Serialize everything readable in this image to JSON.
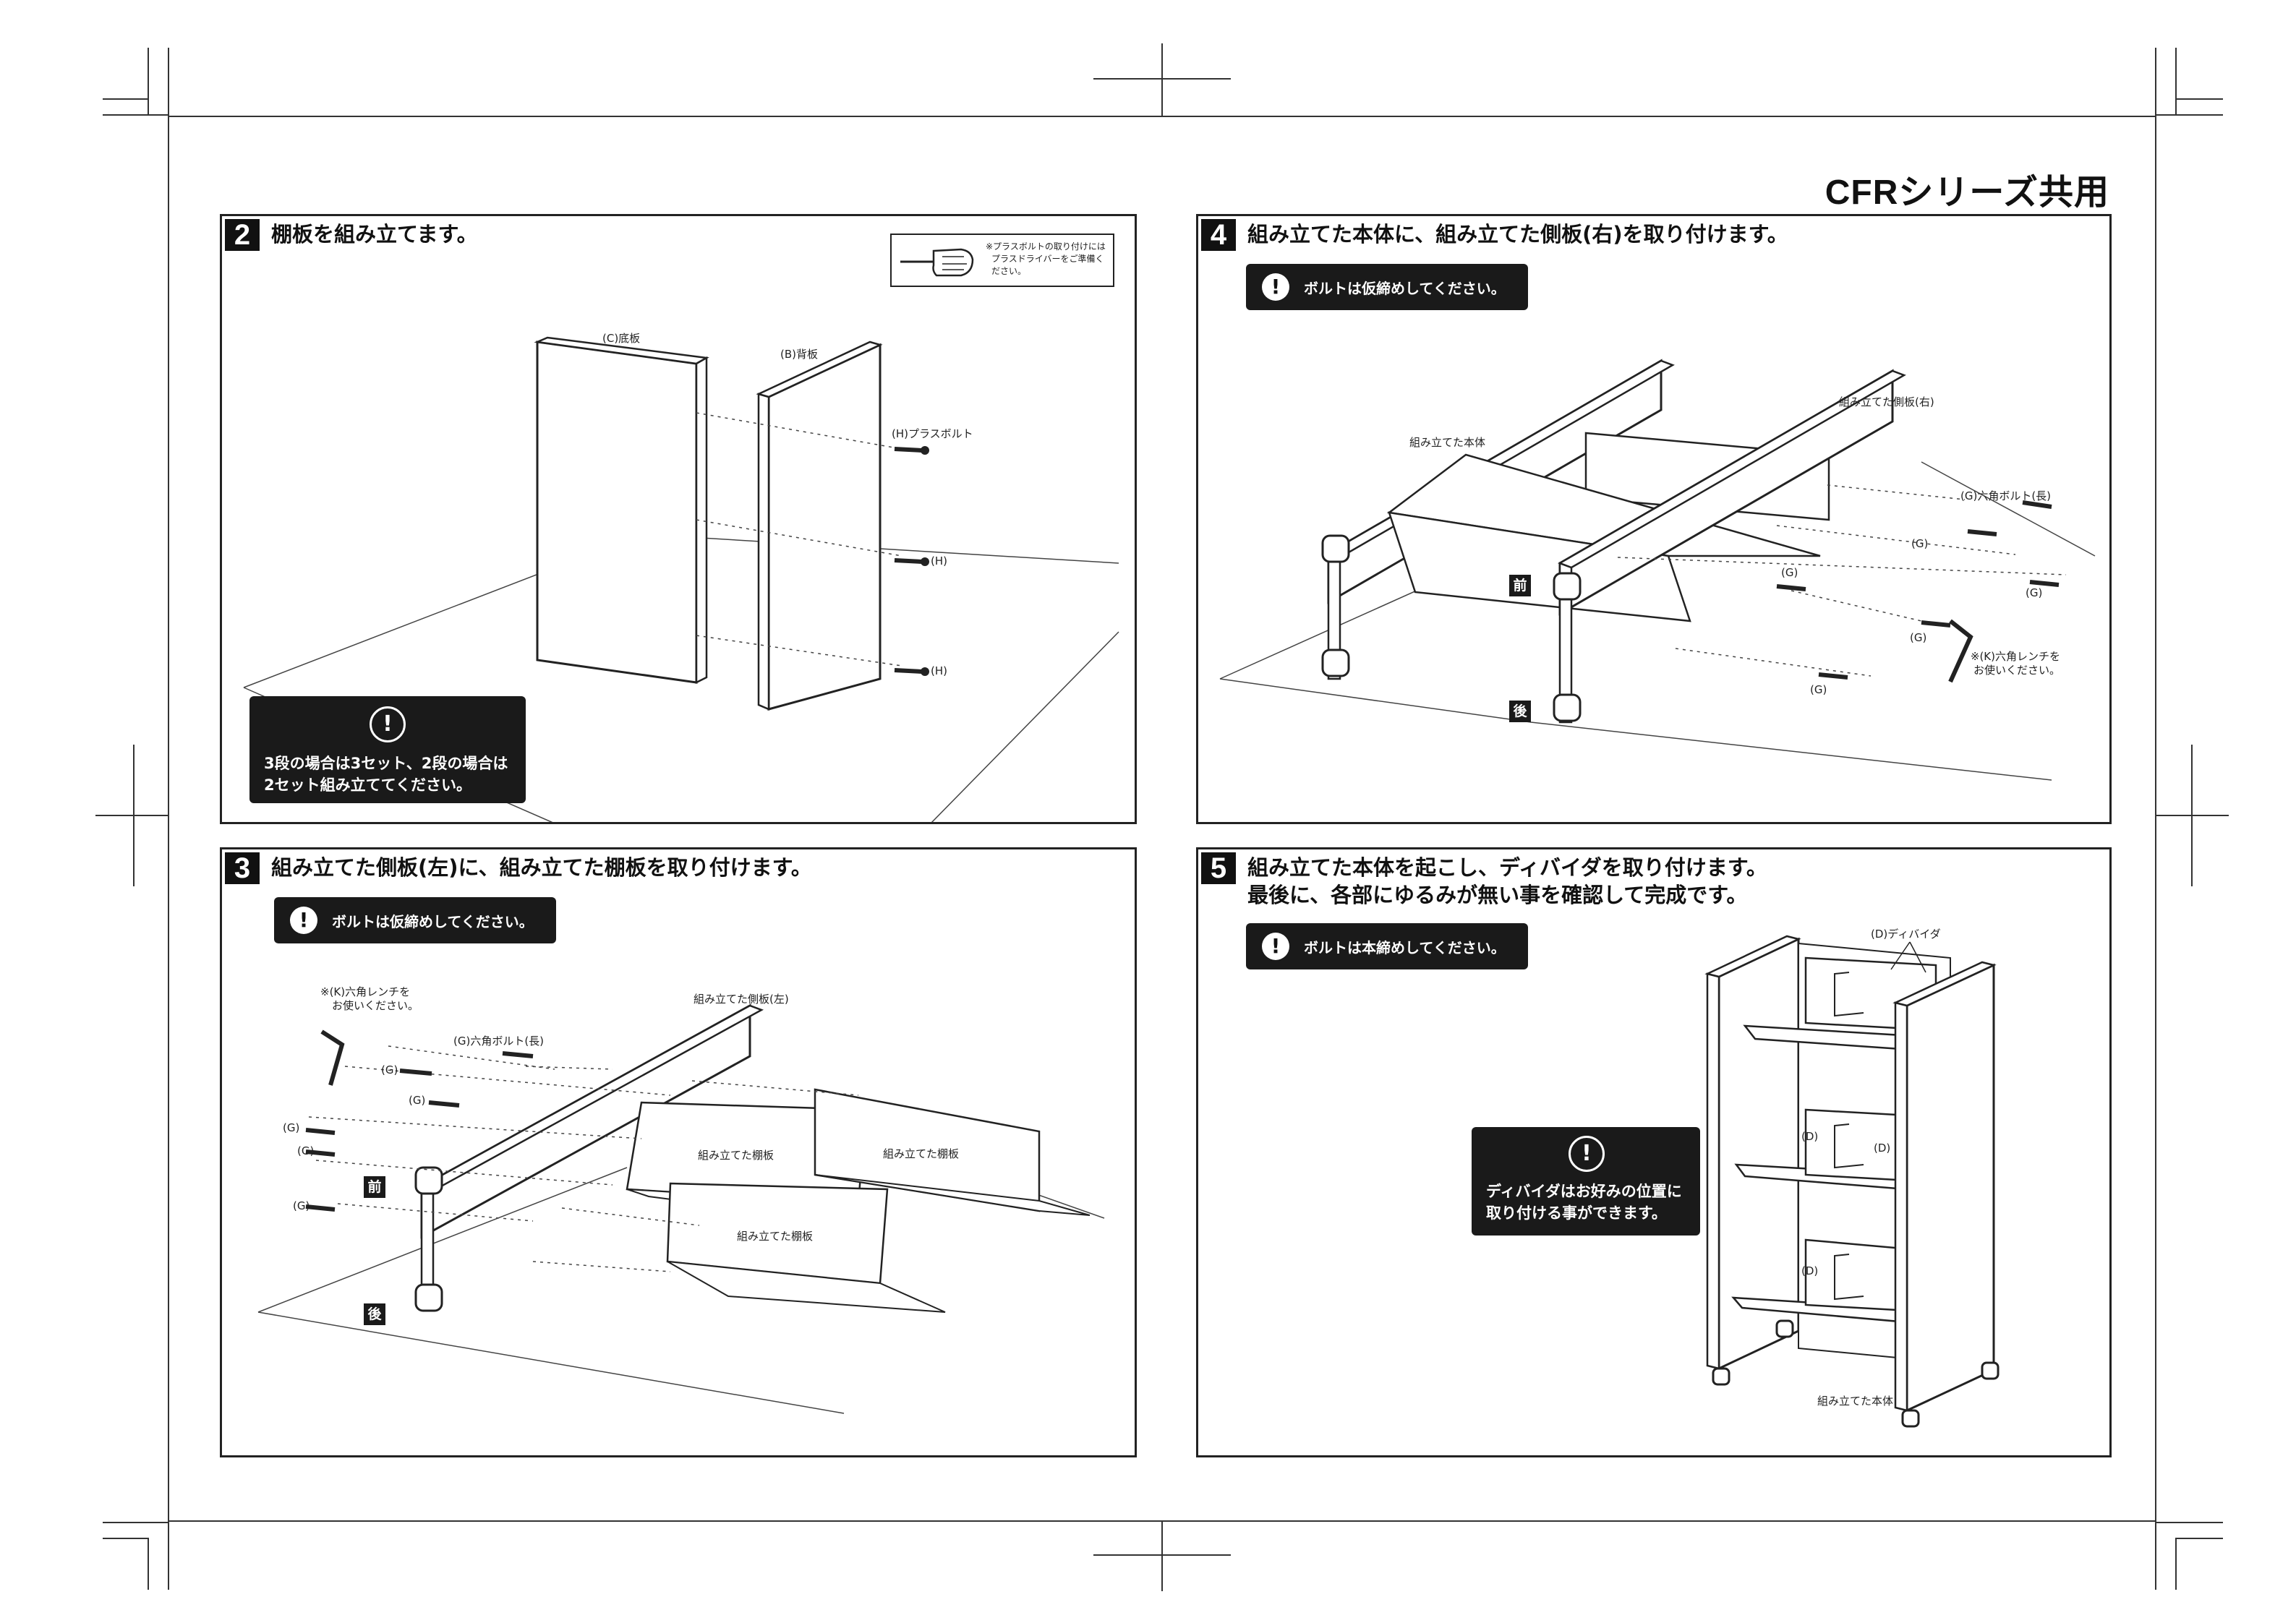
{
  "series_title": "CFRシリーズ共用",
  "steps": {
    "s2": {
      "num": "2",
      "title": "棚板を組み立てます。",
      "tip": {
        "line1": "※プラスボルトの取り付けには",
        "line2": "プラスドライバーをご準備く",
        "line3": "ださい。"
      },
      "labels": {
        "bottom_board": "(C)底板",
        "back_board": "(B)背板",
        "plus_bolt": "(H)プラスボルト",
        "h1": "(H)",
        "h2": "(H)"
      },
      "warning": {
        "line1": "3段の場合は3セット、2段の場合は",
        "line2": "2セット組み立ててください。",
        "icon": "exclamation-icon"
      }
    },
    "s3": {
      "num": "3",
      "title": "組み立てた側板(左)に、組み立てた棚板を取り付けます。",
      "notice": "ボルトは仮締めしてください。",
      "labels": {
        "wrench_l1": "※(K)六角レンチを",
        "wrench_l2": "お使いください。",
        "side_left": "組み立てた側板(左)",
        "hexbolt_long": "(G)六角ボルト(長)",
        "g1": "(G)",
        "g2": "(G)",
        "g3": "(G)",
        "g4": "(G)",
        "g5": "(G)",
        "shelf1": "組み立てた棚板",
        "shelf2": "組み立てた棚板",
        "shelf3": "組み立てた棚板"
      },
      "tags": {
        "front": "前",
        "back": "後"
      }
    },
    "s4": {
      "num": "4",
      "title": "組み立てた本体に、組み立てた側板(右)を取り付けます。",
      "notice": "ボルトは仮締めしてください。",
      "labels": {
        "body": "組み立てた本体",
        "side_right": "組み立てた側板(右)",
        "hexbolt_long": "(G)六角ボルト(長)",
        "g1": "(G)",
        "g2": "(G)",
        "g3": "(G)",
        "g4": "(G)",
        "g5": "(G)",
        "wrench_l1": "※(K)六角レンチを",
        "wrench_l2": "お使いください。"
      },
      "tags": {
        "front": "前",
        "back": "後"
      }
    },
    "s5": {
      "num": "5",
      "title": "組み立てた本体を起こし、ディバイダを取り付けます。",
      "title2": "最後に、各部にゆるみが無い事を確認して完成です。",
      "notice": "ボルトは本締めしてください。",
      "labels": {
        "divider": "(D)ディバイダ",
        "d1": "(D)",
        "d2": "(D)",
        "d3": "(D)",
        "body": "組み立てた本体"
      },
      "warning": {
        "line1": "ディバイダはお好みの位置に",
        "line2": "取り付ける事ができます。"
      }
    }
  }
}
